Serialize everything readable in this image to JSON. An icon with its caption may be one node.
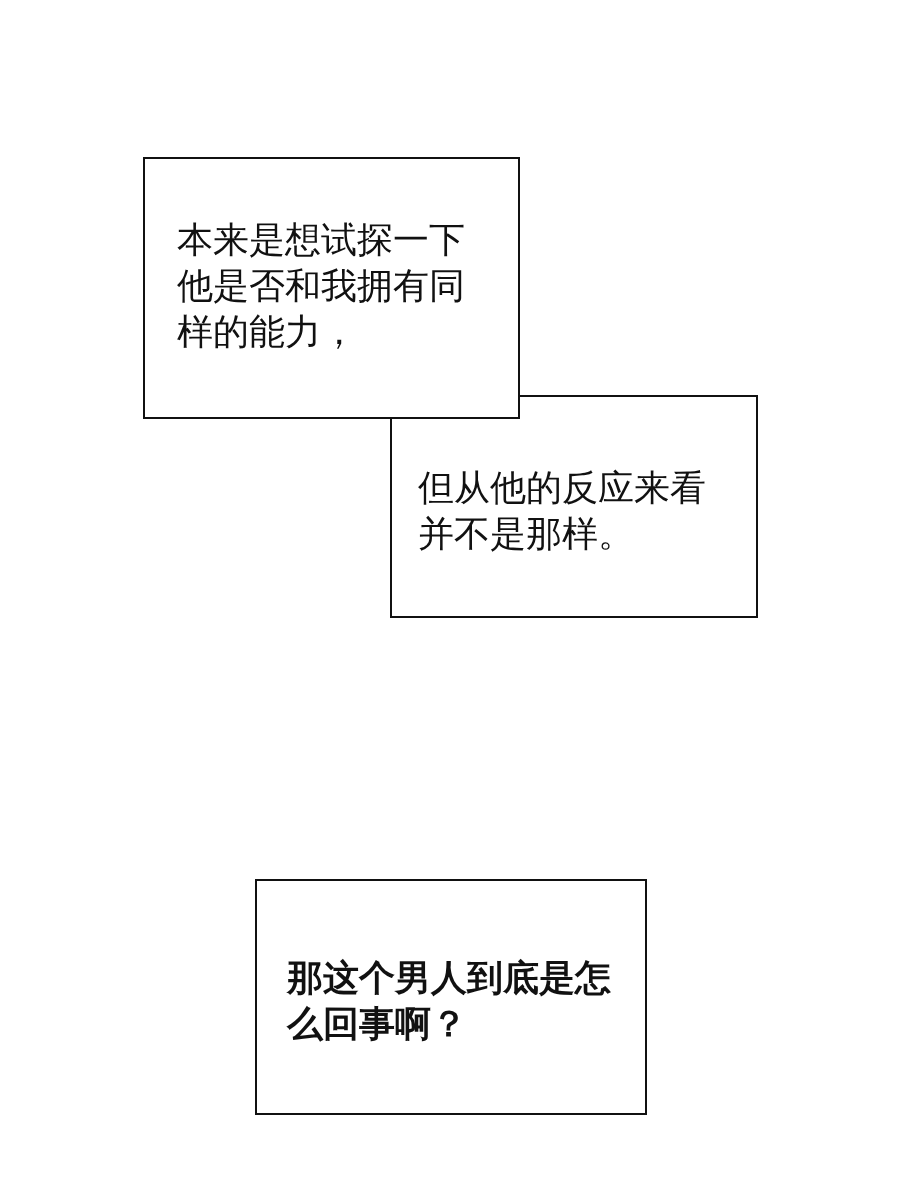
{
  "diagram": {
    "nodes": [
      {
        "text": [
          "本来是想试探一下他是否和我拥有同样的能力，"
        ]
      },
      {
        "text": [
          "但从他的反应来看并不是那样。"
        ]
      },
      {
        "text": [
          "那这个男人到底是怎么回事啊？"
        ]
      }
    ]
  }
}
